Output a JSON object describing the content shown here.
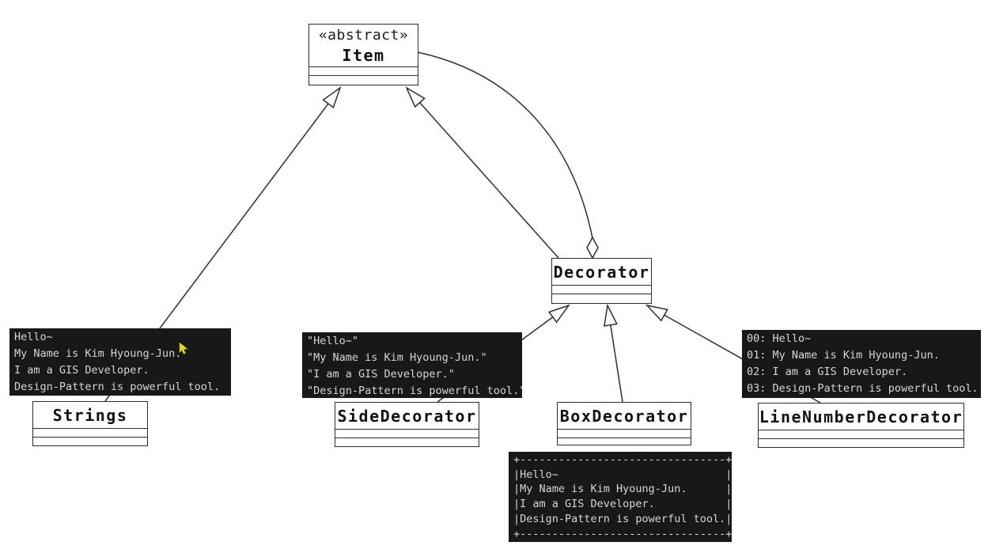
{
  "classes": {
    "item": {
      "stereotype": "«abstract»",
      "name": "Item"
    },
    "decorator": {
      "name": "Decorator"
    },
    "strings": {
      "name": "Strings"
    },
    "side_decorator": {
      "name": "SideDecorator"
    },
    "box_decorator": {
      "name": "BoxDecorator"
    },
    "line_number_decorator": {
      "name": "LineNumberDecorator"
    }
  },
  "outputs": {
    "strings": {
      "lines": [
        "Hello~",
        "My Name is Kim Hyoung-Jun.",
        "I am a GIS Developer.",
        "Design-Pattern is powerful tool."
      ]
    },
    "side_decorator": {
      "lines": [
        "\"Hello~\"",
        "\"My Name is Kim Hyoung-Jun.\"",
        "\"I am a GIS Developer.\"",
        "\"Design-Pattern is powerful tool.\""
      ]
    },
    "box_decorator": {
      "lines": [
        "+--------------------------------+",
        "|Hello~                          |",
        "|My Name is Kim Hyoung-Jun.      |",
        "|I am a GIS Developer.           |",
        "|Design-Pattern is powerful tool.|",
        "+--------------------------------+"
      ]
    },
    "line_number_decorator": {
      "lines": [
        "00: Hello~",
        "01: My Name is Kim Hyoung-Jun.",
        "02: I am a GIS Developer.",
        "03: Design-Pattern is powerful tool."
      ]
    }
  },
  "relationships": [
    {
      "type": "generalization",
      "from": "Strings",
      "to": "Item"
    },
    {
      "type": "generalization",
      "from": "Decorator",
      "to": "Item"
    },
    {
      "type": "aggregation",
      "owner": "Decorator",
      "part": "Item"
    },
    {
      "type": "generalization",
      "from": "SideDecorator",
      "to": "Decorator"
    },
    {
      "type": "generalization",
      "from": "BoxDecorator",
      "to": "Decorator"
    },
    {
      "type": "generalization",
      "from": "LineNumberDecorator",
      "to": "Decorator"
    }
  ],
  "colors": {
    "line": "#2e2e2e",
    "node_bg": "#ffffff",
    "terminal_bg": "#181818",
    "terminal_text": "#d6d6d6",
    "cursor": "#dcdc30"
  }
}
